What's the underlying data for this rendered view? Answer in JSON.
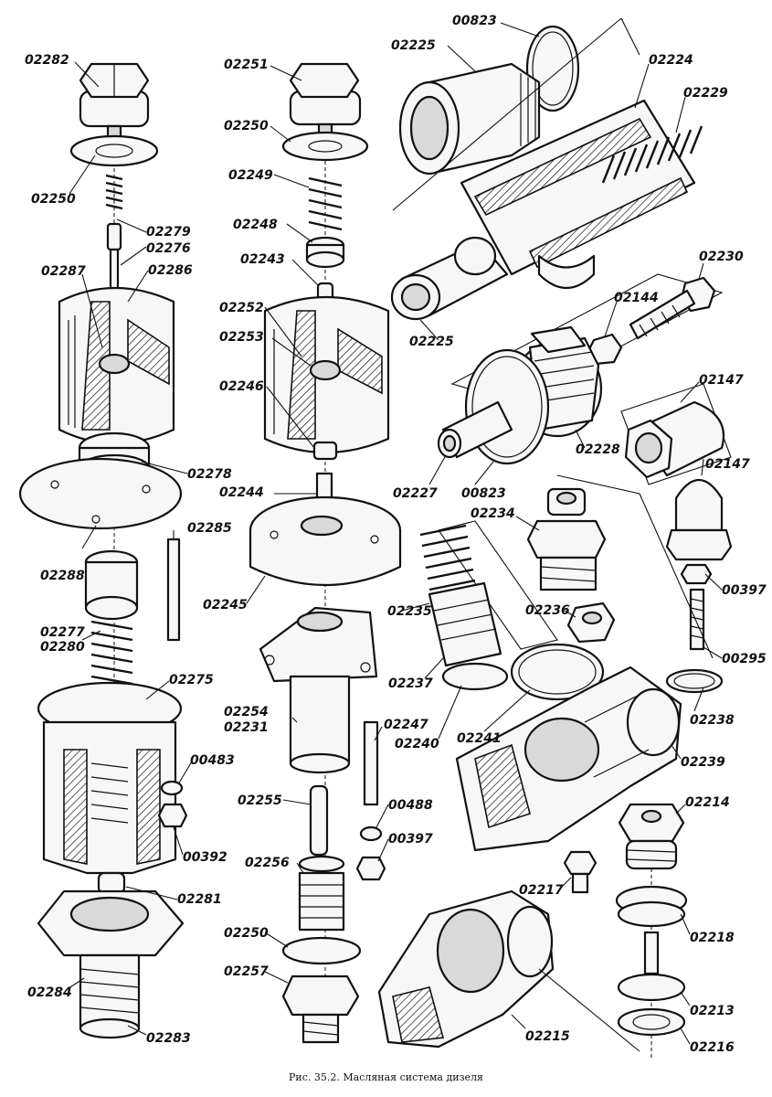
{
  "caption": "Рис. 35.2. Масляная система дизеля",
  "labels": [
    {
      "id": "l01",
      "text": "02282"
    },
    {
      "id": "l02",
      "text": "02250"
    },
    {
      "id": "l03",
      "text": "02279"
    },
    {
      "id": "l04",
      "text": "02276"
    },
    {
      "id": "l05",
      "text": "02287"
    },
    {
      "id": "l06",
      "text": "02286"
    },
    {
      "id": "l07",
      "text": "02278"
    },
    {
      "id": "l08",
      "text": "02285"
    },
    {
      "id": "l09",
      "text": "02288"
    },
    {
      "id": "l10",
      "text": "02277"
    },
    {
      "id": "l11",
      "text": "02280"
    },
    {
      "id": "l12",
      "text": "02275"
    },
    {
      "id": "l13",
      "text": "00483"
    },
    {
      "id": "l14",
      "text": "00392"
    },
    {
      "id": "l15",
      "text": "02281"
    },
    {
      "id": "l16",
      "text": "02284"
    },
    {
      "id": "l17",
      "text": "02283"
    },
    {
      "id": "l18",
      "text": "02251"
    },
    {
      "id": "l19",
      "text": "02250"
    },
    {
      "id": "l20",
      "text": "02249"
    },
    {
      "id": "l21",
      "text": "02248"
    },
    {
      "id": "l22",
      "text": "02243"
    },
    {
      "id": "l23",
      "text": "02252"
    },
    {
      "id": "l24",
      "text": "02253"
    },
    {
      "id": "l25",
      "text": "02246"
    },
    {
      "id": "l26",
      "text": "02244"
    },
    {
      "id": "l27",
      "text": "02245"
    },
    {
      "id": "l28",
      "text": "02254"
    },
    {
      "id": "l29",
      "text": "02231"
    },
    {
      "id": "l30",
      "text": "02247"
    },
    {
      "id": "l31",
      "text": "02255"
    },
    {
      "id": "l32",
      "text": "00488"
    },
    {
      "id": "l33",
      "text": "00397"
    },
    {
      "id": "l34",
      "text": "02256"
    },
    {
      "id": "l35",
      "text": "02250"
    },
    {
      "id": "l36",
      "text": "02257"
    },
    {
      "id": "l37",
      "text": "00823"
    },
    {
      "id": "l38",
      "text": "02225"
    },
    {
      "id": "l39",
      "text": "02224"
    },
    {
      "id": "l40",
      "text": "02229"
    },
    {
      "id": "l41",
      "text": "02225"
    },
    {
      "id": "l42",
      "text": "02230"
    },
    {
      "id": "l43",
      "text": "02144"
    },
    {
      "id": "l44",
      "text": "02147"
    },
    {
      "id": "l45",
      "text": "02228"
    },
    {
      "id": "l46",
      "text": "02227"
    },
    {
      "id": "l47",
      "text": "00823"
    },
    {
      "id": "l48",
      "text": "02147"
    },
    {
      "id": "l49",
      "text": "02234"
    },
    {
      "id": "l50",
      "text": "02235"
    },
    {
      "id": "l51",
      "text": "02236"
    },
    {
      "id": "l52",
      "text": "00397"
    },
    {
      "id": "l53",
      "text": "00295"
    },
    {
      "id": "l54",
      "text": "02237"
    },
    {
      "id": "l55",
      "text": "02238"
    },
    {
      "id": "l56",
      "text": "02240"
    },
    {
      "id": "l57",
      "text": "02241"
    },
    {
      "id": "l58",
      "text": "02239"
    },
    {
      "id": "l59",
      "text": "02214"
    },
    {
      "id": "l60",
      "text": "02217"
    },
    {
      "id": "l61",
      "text": "02218"
    },
    {
      "id": "l62",
      "text": "02213"
    },
    {
      "id": "l63",
      "text": "02215"
    },
    {
      "id": "l64",
      "text": "02216"
    }
  ]
}
